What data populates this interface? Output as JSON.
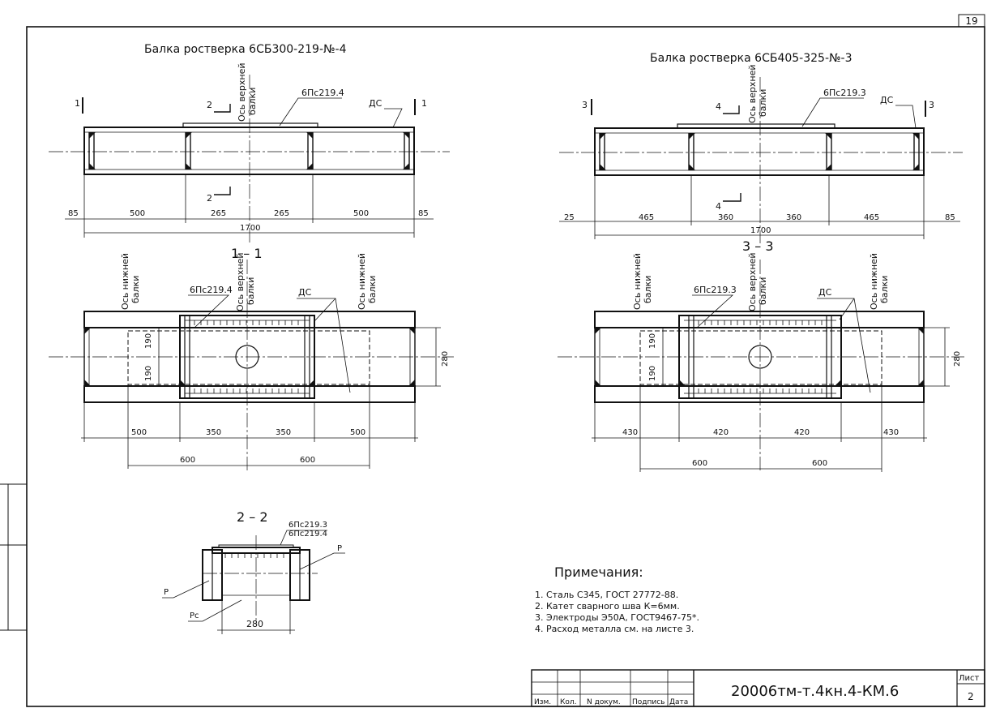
{
  "sheet": {
    "top_sheet_no": "19",
    "stamp_code": "20006тм-т.4кн.4-КМ.6",
    "sheet_label": "Лист",
    "sheet_no": "2",
    "stamp_headers": [
      "Изм.",
      "Кол.",
      "N докум.",
      "Подпись",
      "Дата"
    ]
  },
  "beam_left": {
    "title": "Балка ростверка 6СБ300-219-№-4",
    "plate": "6Пс219.4",
    "ds": "ДС",
    "axis_upper": [
      "Ось верхней",
      "балки"
    ],
    "cut_a": "1",
    "cut_b": "2",
    "dims": [
      "85",
      "500",
      "265",
      "265",
      "500",
      "85"
    ],
    "total": "1700"
  },
  "beam_right": {
    "title": "Балка ростверка 6СБ405-325-№-3",
    "plate": "6Пс219.3",
    "ds": "ДС",
    "axis_upper": [
      "Ось верхней",
      "балки"
    ],
    "cut_a": "3",
    "cut_b": "4",
    "dims": [
      "25",
      "465",
      "360",
      "360",
      "465",
      "85"
    ],
    "total": "1700"
  },
  "section_11": {
    "title": "1 – 1",
    "plate": "6Пс219.4",
    "ds": "ДС",
    "axis_lower": [
      "Ось нижней",
      "балки"
    ],
    "axis_upper": [
      "Ось верхней",
      "балки"
    ],
    "v_dims": [
      "190",
      "190"
    ],
    "h_dim": "280",
    "dims": [
      "500",
      "350",
      "350",
      "500"
    ],
    "dims2": [
      "600",
      "600"
    ]
  },
  "section_33": {
    "title": "3 – 3",
    "plate": "6Пс219.3",
    "ds": "ДС",
    "axis_lower": [
      "Ось нижней",
      "балки"
    ],
    "axis_upper": [
      "Ось верхней",
      "балки"
    ],
    "v_dims": [
      "190",
      "190"
    ],
    "h_dim": "280",
    "dims": [
      "430",
      "420",
      "420",
      "430"
    ],
    "dims2": [
      "600",
      "600"
    ]
  },
  "section_22": {
    "title": "2 – 2",
    "plate_a": "6Пс219.3",
    "plate_b": "6Пс219.4",
    "p_left": "Р",
    "p_right": "Р",
    "pc": "Рс",
    "width": "280"
  },
  "notes": {
    "title": "Примечания:",
    "items": [
      "1. Сталь С345, ГОСТ 27772-88.",
      "2. Катет сварного шва К=6мм.",
      "3. Электроды Э50А, ГОСТ9467-75*.",
      "4. Расход металла см. на листе 3."
    ]
  }
}
